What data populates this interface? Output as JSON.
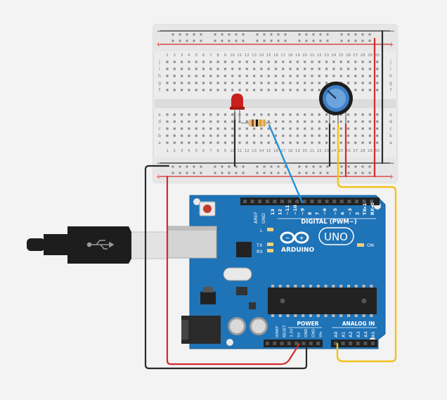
{
  "board": {
    "aref": "AREF",
    "gnd": "GND",
    "pin_numbers": [
      "13",
      "12",
      "~11",
      "~10",
      "~9",
      "8",
      "7",
      "~6",
      "~5",
      "4",
      "~3",
      "2",
      "TX▸1",
      "RX◂0"
    ],
    "digital_label": "DIGITAL (PWM~)",
    "brand": "ARDUINO",
    "model": "UNO",
    "led_l": "L",
    "led_tx": "TX",
    "led_rx": "RX",
    "on_label": "ON",
    "power_label": "POWER",
    "analog_label": "ANALOG IN",
    "power_pins": [
      "IOREF",
      "RESET",
      "3.3V",
      "5V",
      "GND",
      "GND",
      "Vin"
    ],
    "analog_pins": [
      "A0",
      "A1",
      "A2",
      "A3",
      "A4",
      "A5"
    ]
  },
  "breadboard": {
    "rows_top": [
      "j",
      "i",
      "h",
      "g",
      "f"
    ],
    "rows_bottom": [
      "e",
      "d",
      "c",
      "b",
      "a"
    ],
    "columns": [
      "1",
      "2",
      "3",
      "4",
      "5",
      "6",
      "7",
      "8",
      "9",
      "10",
      "11",
      "12",
      "13",
      "14",
      "15",
      "16",
      "17",
      "18",
      "19",
      "20",
      "21",
      "22",
      "23",
      "24",
      "25",
      "26",
      "27",
      "28",
      "29",
      "30"
    ],
    "rail_plus": "+",
    "rail_minus": "−"
  },
  "colors": {
    "board_blue": "#1f73b7",
    "wire_red": "#d42a2a",
    "wire_black": "#2a2a2a",
    "wire_yellow": "#f2c21b",
    "wire_blue": "#2a8fd6",
    "led_red": "#c8201c",
    "pot_blue": "#3d7fc7"
  },
  "components": {
    "led": "red-led",
    "resistor": "resistor",
    "potentiometer": "potentiometer",
    "usb": "usb-cable"
  }
}
